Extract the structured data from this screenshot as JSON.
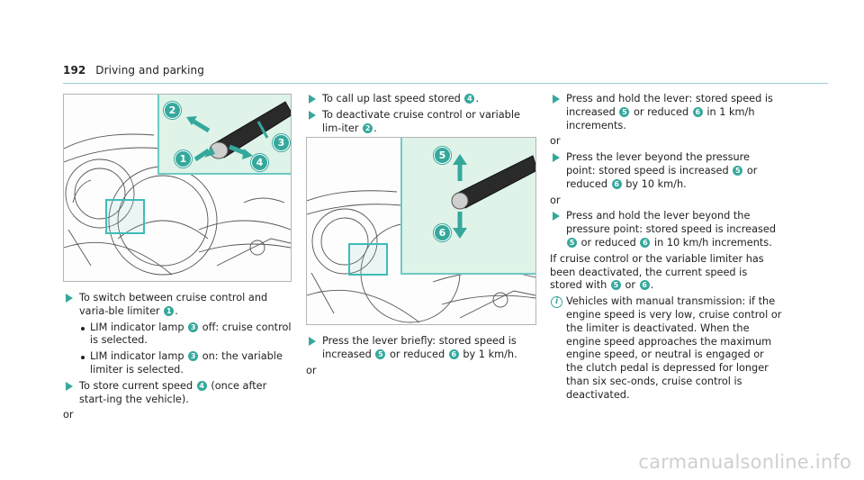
{
  "header": {
    "page_number": "192",
    "section_title": "Driving and parking"
  },
  "figures": {
    "fig1_callouts": [
      "2",
      "3",
      "1",
      "4"
    ],
    "fig2_callouts": [
      "5",
      "6"
    ],
    "fig1_highlight_icon": "cruise-control-lever",
    "colors": {
      "accent": "#35a89c",
      "inset_bg": "#dff3e8",
      "inset_border": "#6ec9c4"
    }
  },
  "col1": {
    "step1_a": "To switch between cruise control and varia-ble limiter",
    "step1_n": "1",
    "step1_b": ".",
    "bullet1_a": "LIM indicator lamp",
    "bullet1_n": "3",
    "bullet1_b": "off: cruise control is selected.",
    "bullet2_a": "LIM indicator lamp",
    "bullet2_n": "3",
    "bullet2_b": "on: the variable limiter is selected.",
    "step2_a": "To store current speed",
    "step2_n": "4",
    "step2_b": "(once after start-ing the vehicle).",
    "or": "or"
  },
  "col2": {
    "step1_a": "To call up last speed stored",
    "step1_n": "4",
    "step1_b": ".",
    "step2_a": "To deactivate cruise control or variable lim-iter",
    "step2_n": "2",
    "step2_b": ".",
    "step3_a": "Press the lever briefly: stored speed is increased",
    "step3_n1": "5",
    "step3_b": "or reduced",
    "step3_n2": "6",
    "step3_c": "by 1 km/h.",
    "or": "or"
  },
  "col3": {
    "step1_a": "Press and hold the lever: stored speed is increased",
    "step1_n1": "5",
    "step1_b": "or reduced",
    "step1_n2": "6",
    "step1_c": "in 1 km/h increments.",
    "or1": "or",
    "step2_a": "Press the lever beyond the pressure point: stored speed is increased",
    "step2_n1": "5",
    "step2_b": "or reduced",
    "step2_n2": "6",
    "step2_c": "by 10 km/h.",
    "or2": "or",
    "step3_a": "Press and hold the lever beyond the pressure point: stored speed is increased",
    "step3_n1": "5",
    "step3_b": "or reduced",
    "step3_n2": "6",
    "step3_c": "in 10 km/h increments.",
    "para_a": "If cruise control or the variable limiter has been deactivated, the current speed is stored with",
    "para_n1": "5",
    "para_b": "or",
    "para_n2": "6",
    "para_c": ".",
    "note": "Vehicles with manual transmission: if the engine speed is very low, cruise control or the limiter is deactivated. When the engine speed approaches the maximum engine speed, or neutral is engaged or the clutch pedal is depressed for longer than six sec-onds, cruise control is deactivated.",
    "note_icon": "i"
  },
  "watermark": "carmanualsonline.info"
}
